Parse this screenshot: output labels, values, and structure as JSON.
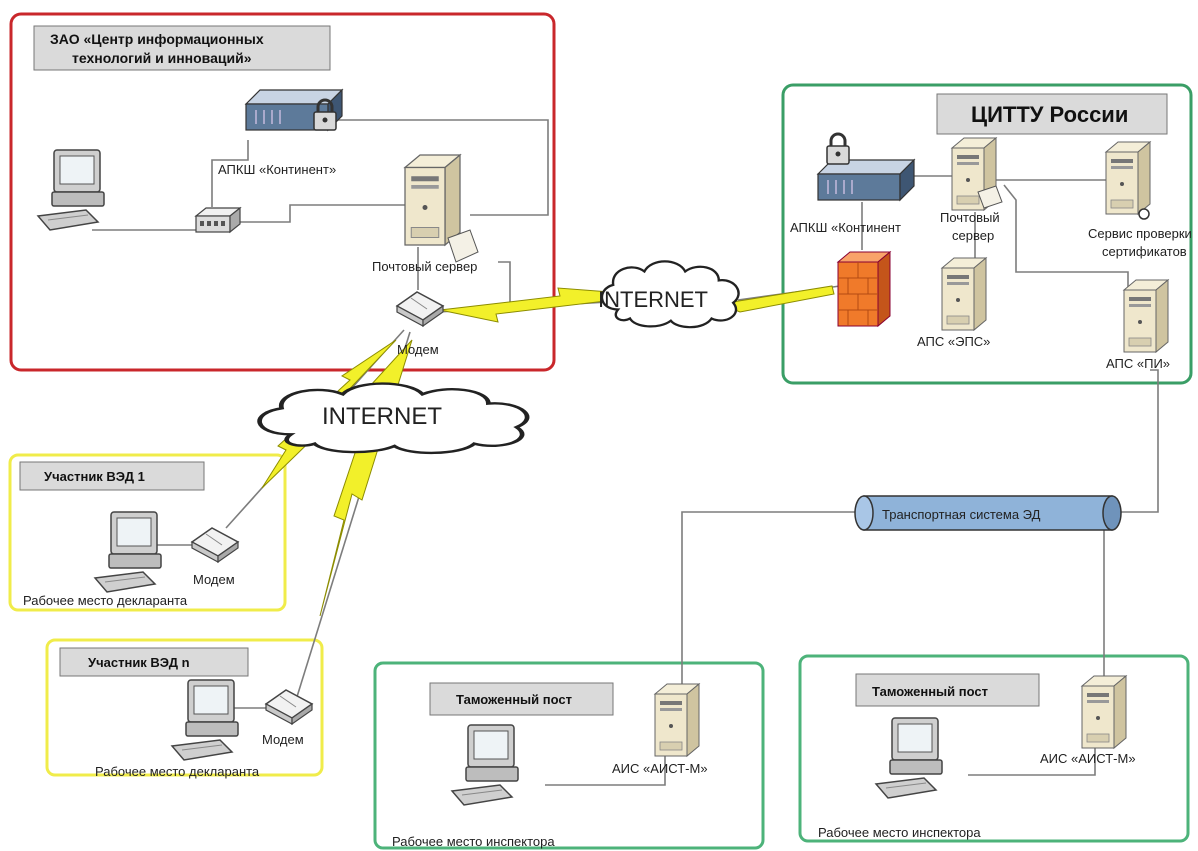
{
  "colors": {
    "zao_border": "#c9272b",
    "cittu_border": "#3a9e66",
    "participant_border": "#f0ec4a",
    "post_border": "#4db37a",
    "lightning": "#f2f02a",
    "firewall": "#f07a2a",
    "bus": "#8fb3d9"
  },
  "icons": [
    "computer-icon",
    "server-icon",
    "switch-icon",
    "crypto-gateway-icon",
    "lock-icon",
    "modem-icon",
    "firewall-icon",
    "cloud-icon",
    "lightning-icon",
    "transport-bus-icon"
  ],
  "zao": {
    "title_line1": "ЗАО «Центр информационных",
    "title_line2": "технологий и инноваций»",
    "apksh_label": "АПКШ «Континент»",
    "mail_server_label": "Почтовый сервер",
    "modem_label": "Модем"
  },
  "cittu": {
    "title": "ЦИТТУ России",
    "apksh_label": "АПКШ «Континент",
    "mail_server_line1": "Почтовый",
    "mail_server_line2": "сервер",
    "cert_service_line1": "Сервис проверки",
    "cert_service_line2": "сертификатов",
    "aps_eps_label": "АПС «ЭПС»",
    "aps_pi_label": "АПС «ПИ»"
  },
  "internet_top_label": "INTERNET",
  "internet_left_label": "INTERNET",
  "participant1": {
    "title": "Участник ВЭД 1",
    "modem_label": "Модем",
    "workstation_label": "Рабочее место декларанта"
  },
  "participant_n": {
    "title": "Участник ВЭД n",
    "modem_label": "Модем",
    "workstation_label": "Рабочее место декларанта"
  },
  "transport_label": "Транспортная система ЭД",
  "post_left": {
    "title": "Таможенный пост",
    "ais_label": "АИС «АИСТ-М»",
    "workstation_label": "Рабочее место инспектора"
  },
  "post_right": {
    "title": "Таможенный пост",
    "ais_label": "АИС «АИСТ-М»",
    "workstation_label": "Рабочее место инспектора"
  }
}
